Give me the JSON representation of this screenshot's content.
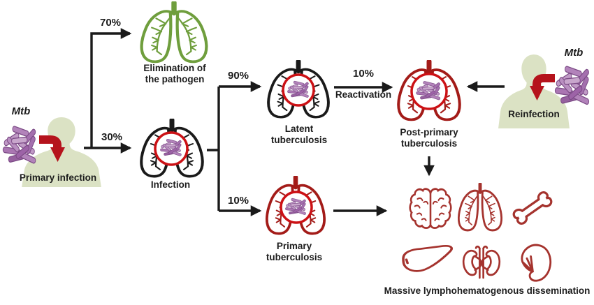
{
  "diagram": {
    "title": "Tuberculosis infection outcome flow diagram",
    "nodes": {
      "primary_infection": {
        "mtb_label": "Mtb",
        "label": "Primary infection"
      },
      "elimination": {
        "label": "Elimination of\nthe pathogen"
      },
      "infection": {
        "label": "Infection"
      },
      "latent_tb": {
        "label": "Latent\ntuberculosis"
      },
      "post_primary_tb": {
        "label": "Post-primary\ntuberculosis"
      },
      "primary_tb": {
        "label": "Primary\ntuberculosis"
      },
      "reinfection": {
        "mtb_label": "Mtb",
        "label": "Reinfection"
      },
      "dissemination": {
        "label": "Massive lymphohematogenous dissemination",
        "organs": [
          "brain",
          "lungs",
          "bone",
          "liver",
          "kidneys",
          "spleen"
        ]
      }
    },
    "edges": {
      "to_elimination_pct": "70%",
      "to_infection_pct": "30%",
      "to_latent_pct": "90%",
      "to_primary_pct": "10%",
      "reactivation_pct": "10%",
      "reactivation_label": "Reactivation"
    },
    "colors": {
      "ink": "#1a1a1a",
      "green_lungs": "#6f9e3d",
      "red_lungs": "#a31b18",
      "organ_red": "#a5332e",
      "focus_circle_red": "#cc1115",
      "infection_arrow_red": "#b5131c",
      "person_silhouette": "#dbe2c4",
      "bacteria_purple": "#b283ba"
    }
  }
}
